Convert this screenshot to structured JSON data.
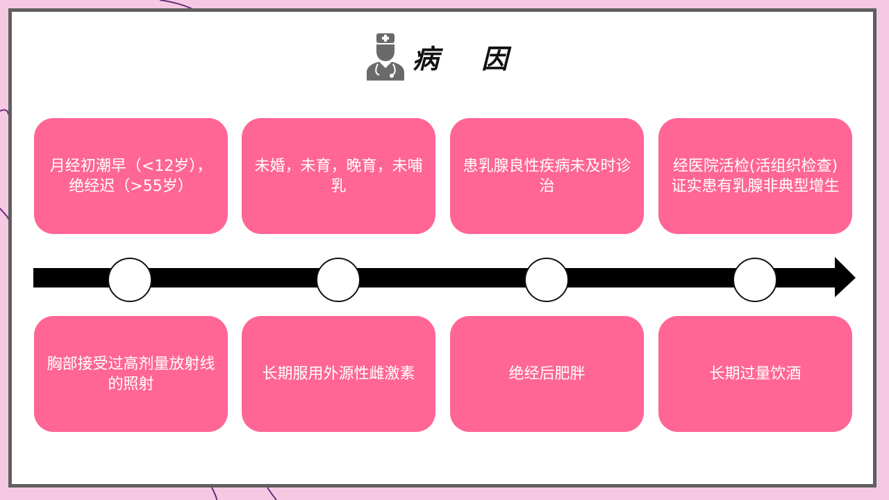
{
  "title": "病 因",
  "icons": {
    "title_icon": "doctor-icon"
  },
  "colors": {
    "box": "#ff6695",
    "frame": "#5f5f5f",
    "background": "#f6c9e3",
    "arrow": "#000000"
  },
  "causes_top": [
    "月经初潮早（<12岁），绝经迟（>55岁）",
    "未婚，未育，晚育，未哺乳",
    "患乳腺良性疾病未及时诊治",
    "经医院活检(活组织检查)证实患有乳腺非典型增生"
  ],
  "causes_bottom": [
    "胸部接受过高剂量放射线的照射",
    "长期服用外源性雌激素",
    "绝经后肥胖",
    "长期过量饮酒"
  ]
}
